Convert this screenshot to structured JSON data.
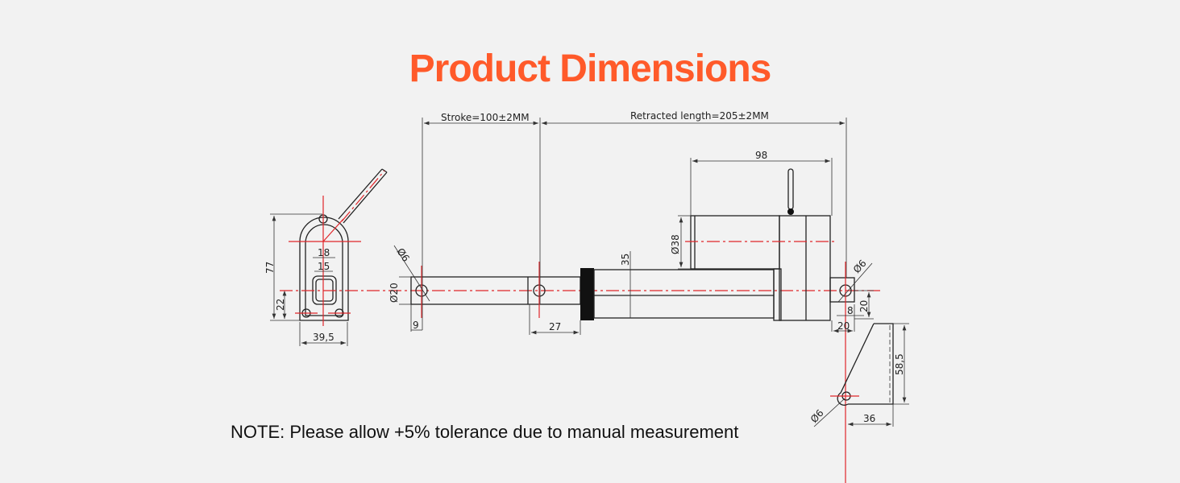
{
  "title": "Product Dimensions",
  "title_color": "#ff5a2a",
  "note": "NOTE: Please allow +5% tolerance due to manual measurement",
  "diagram": {
    "stroke": "Stroke=100±2MM",
    "retracted": "Retracted length=205±2MM",
    "end_view": {
      "height": "77",
      "center_height": "22",
      "width": "39,5",
      "outer_slot": "18",
      "inner_slot": "15"
    },
    "rod": {
      "hole_dia": "Ø6",
      "rod_dia": "Ø20",
      "hole_offset": "9",
      "collar_offset": "27"
    },
    "body": {
      "motor_length": "98",
      "motor_dia": "Ø38",
      "tube_height": "35"
    },
    "rear": {
      "hole_dia": "Ø6",
      "slot": "8",
      "width": "20",
      "height": "20"
    },
    "bracket": {
      "height": "58,5",
      "width": "36",
      "hole_dia": "Ø6"
    }
  }
}
